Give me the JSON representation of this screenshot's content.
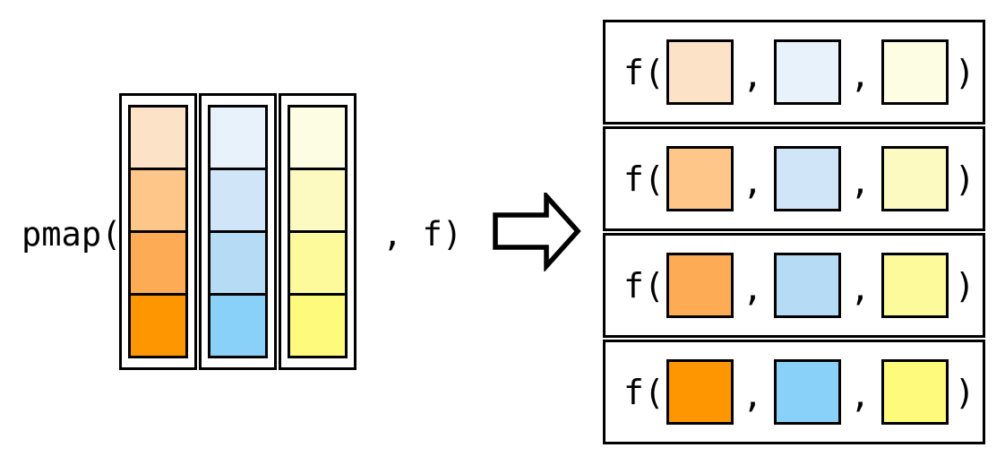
{
  "expression": {
    "pmap_prefix": "pmap(",
    "pmap_suffix": ", f)"
  },
  "call": {
    "prefix": "f(",
    "separator": ",",
    "suffix": ")"
  },
  "arrays": [
    {
      "name": "orange-array",
      "shades": [
        "#fce3c7",
        "#fec689",
        "#fdab55",
        "#fe9601"
      ]
    },
    {
      "name": "blue-array",
      "shades": [
        "#e7f2fb",
        "#d0e5f7",
        "#b5dcf4",
        "#8ad1fa"
      ]
    },
    {
      "name": "yellow-array",
      "shades": [
        "#fdfde3",
        "#fcfac1",
        "#fcfa9a",
        "#fdfa7c"
      ]
    }
  ],
  "arrow": {
    "name": "block-arrow-right",
    "fill": "#ffffff",
    "stroke": "#000000"
  },
  "colors": {
    "border": "#000000",
    "background": "#ffffff"
  },
  "result_row_count": 4
}
